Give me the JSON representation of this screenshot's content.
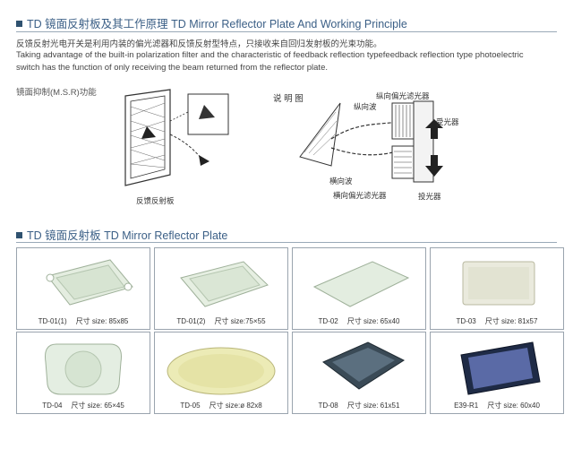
{
  "header": {
    "title": "TD 镜面反射板及其工作原理 TD Mirror Reflector Plate And Working Principle"
  },
  "intro": {
    "cn": "反馈反射光电开关是利用内装的偏光滤器和反馈反射型特点，只接收来自回归发射板的光束功能。",
    "en_line1": "Taking advantage of the built-in polarization filter and the  characteristic of feedback reflection typefeedback reflection type photoelectric",
    "en_line2": "switch has the function of only receiving the beam returned from the reflector plate."
  },
  "diagram": {
    "msr_label": "镜面抑制(M.S.R)功能",
    "left_caption": "反馈反射板",
    "right_title": "说 明 图",
    "labels": {
      "vertical_filter": "纵向偏光滤光器",
      "vertical_wave": "纵向波",
      "receiver": "受光器",
      "horizontal_wave": "横向波",
      "horizontal_filter": "横向偏光滤光器",
      "emitter": "投光器"
    }
  },
  "section2": {
    "title": "TD 镜面反射板 TD Mirror Reflector Plate"
  },
  "products": [
    {
      "model": "TD-01(1)",
      "size": "尺寸 size: 85x85"
    },
    {
      "model": "TD-01(2)",
      "size": "尺寸 size:75×55"
    },
    {
      "model": "TD-02",
      "size": "尺寸 size: 65x40"
    },
    {
      "model": "TD-03",
      "size": "尺寸 size: 81x57"
    },
    {
      "model": "TD-04",
      "size": "尺寸 size: 65×45"
    },
    {
      "model": "TD-05",
      "size": "尺寸 size:ø 82x8"
    },
    {
      "model": "TD-08",
      "size": "尺寸 size: 61x51"
    },
    {
      "model": "E39-R1",
      "size": "尺寸 size: 60x40"
    }
  ],
  "colors": {
    "heading": "#3b5f86",
    "bullet": "#2f5270",
    "frame": "#9aa4ae"
  }
}
